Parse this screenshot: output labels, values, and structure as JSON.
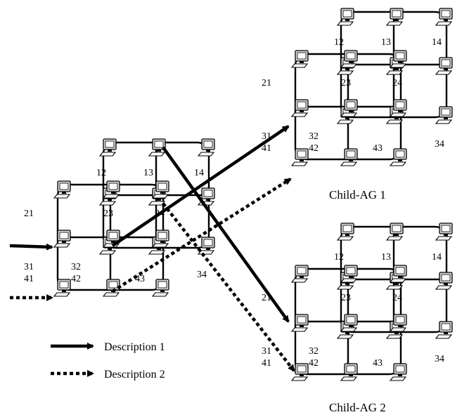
{
  "node_labels": [
    "12",
    "13",
    "14",
    "21",
    "23",
    "24",
    "31",
    "32",
    "41",
    "42",
    "43",
    "34"
  ],
  "groups": [
    {
      "caption": ""
    },
    {
      "caption": "Child-AG 1"
    },
    {
      "caption": "Child-AG 2"
    }
  ],
  "legend": [
    {
      "style": "solid",
      "label": "Description 1"
    },
    {
      "style": "dotted",
      "label": "Description 2"
    }
  ],
  "colors": {
    "line": "#000000",
    "computer_face": "#d9d9d9",
    "background": "#ffffff"
  }
}
